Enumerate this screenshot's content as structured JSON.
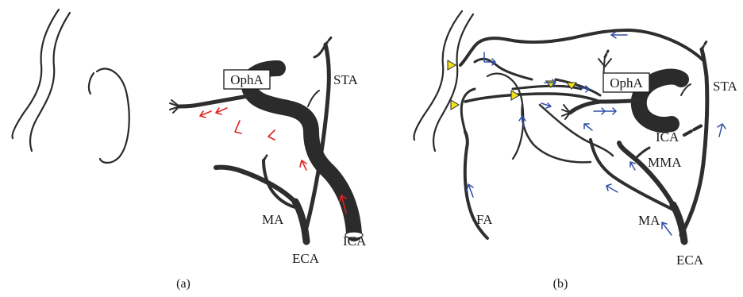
{
  "panels": [
    {
      "caption": "(a)",
      "labels": {
        "opha": "OphA",
        "sta": "STA",
        "ma": "MA",
        "eca": "ECA",
        "ica": "ICA"
      },
      "arrow_color": "#e02424"
    },
    {
      "caption": "(b)",
      "labels": {
        "opha": "OphA",
        "sta": "STA",
        "ica": "ICA",
        "mma": "MMA",
        "ma": "MA",
        "eca": "ECA",
        "fa": "FA"
      },
      "arrow_color": "#2f4fa8",
      "marker_color": "#f2e21a"
    }
  ]
}
